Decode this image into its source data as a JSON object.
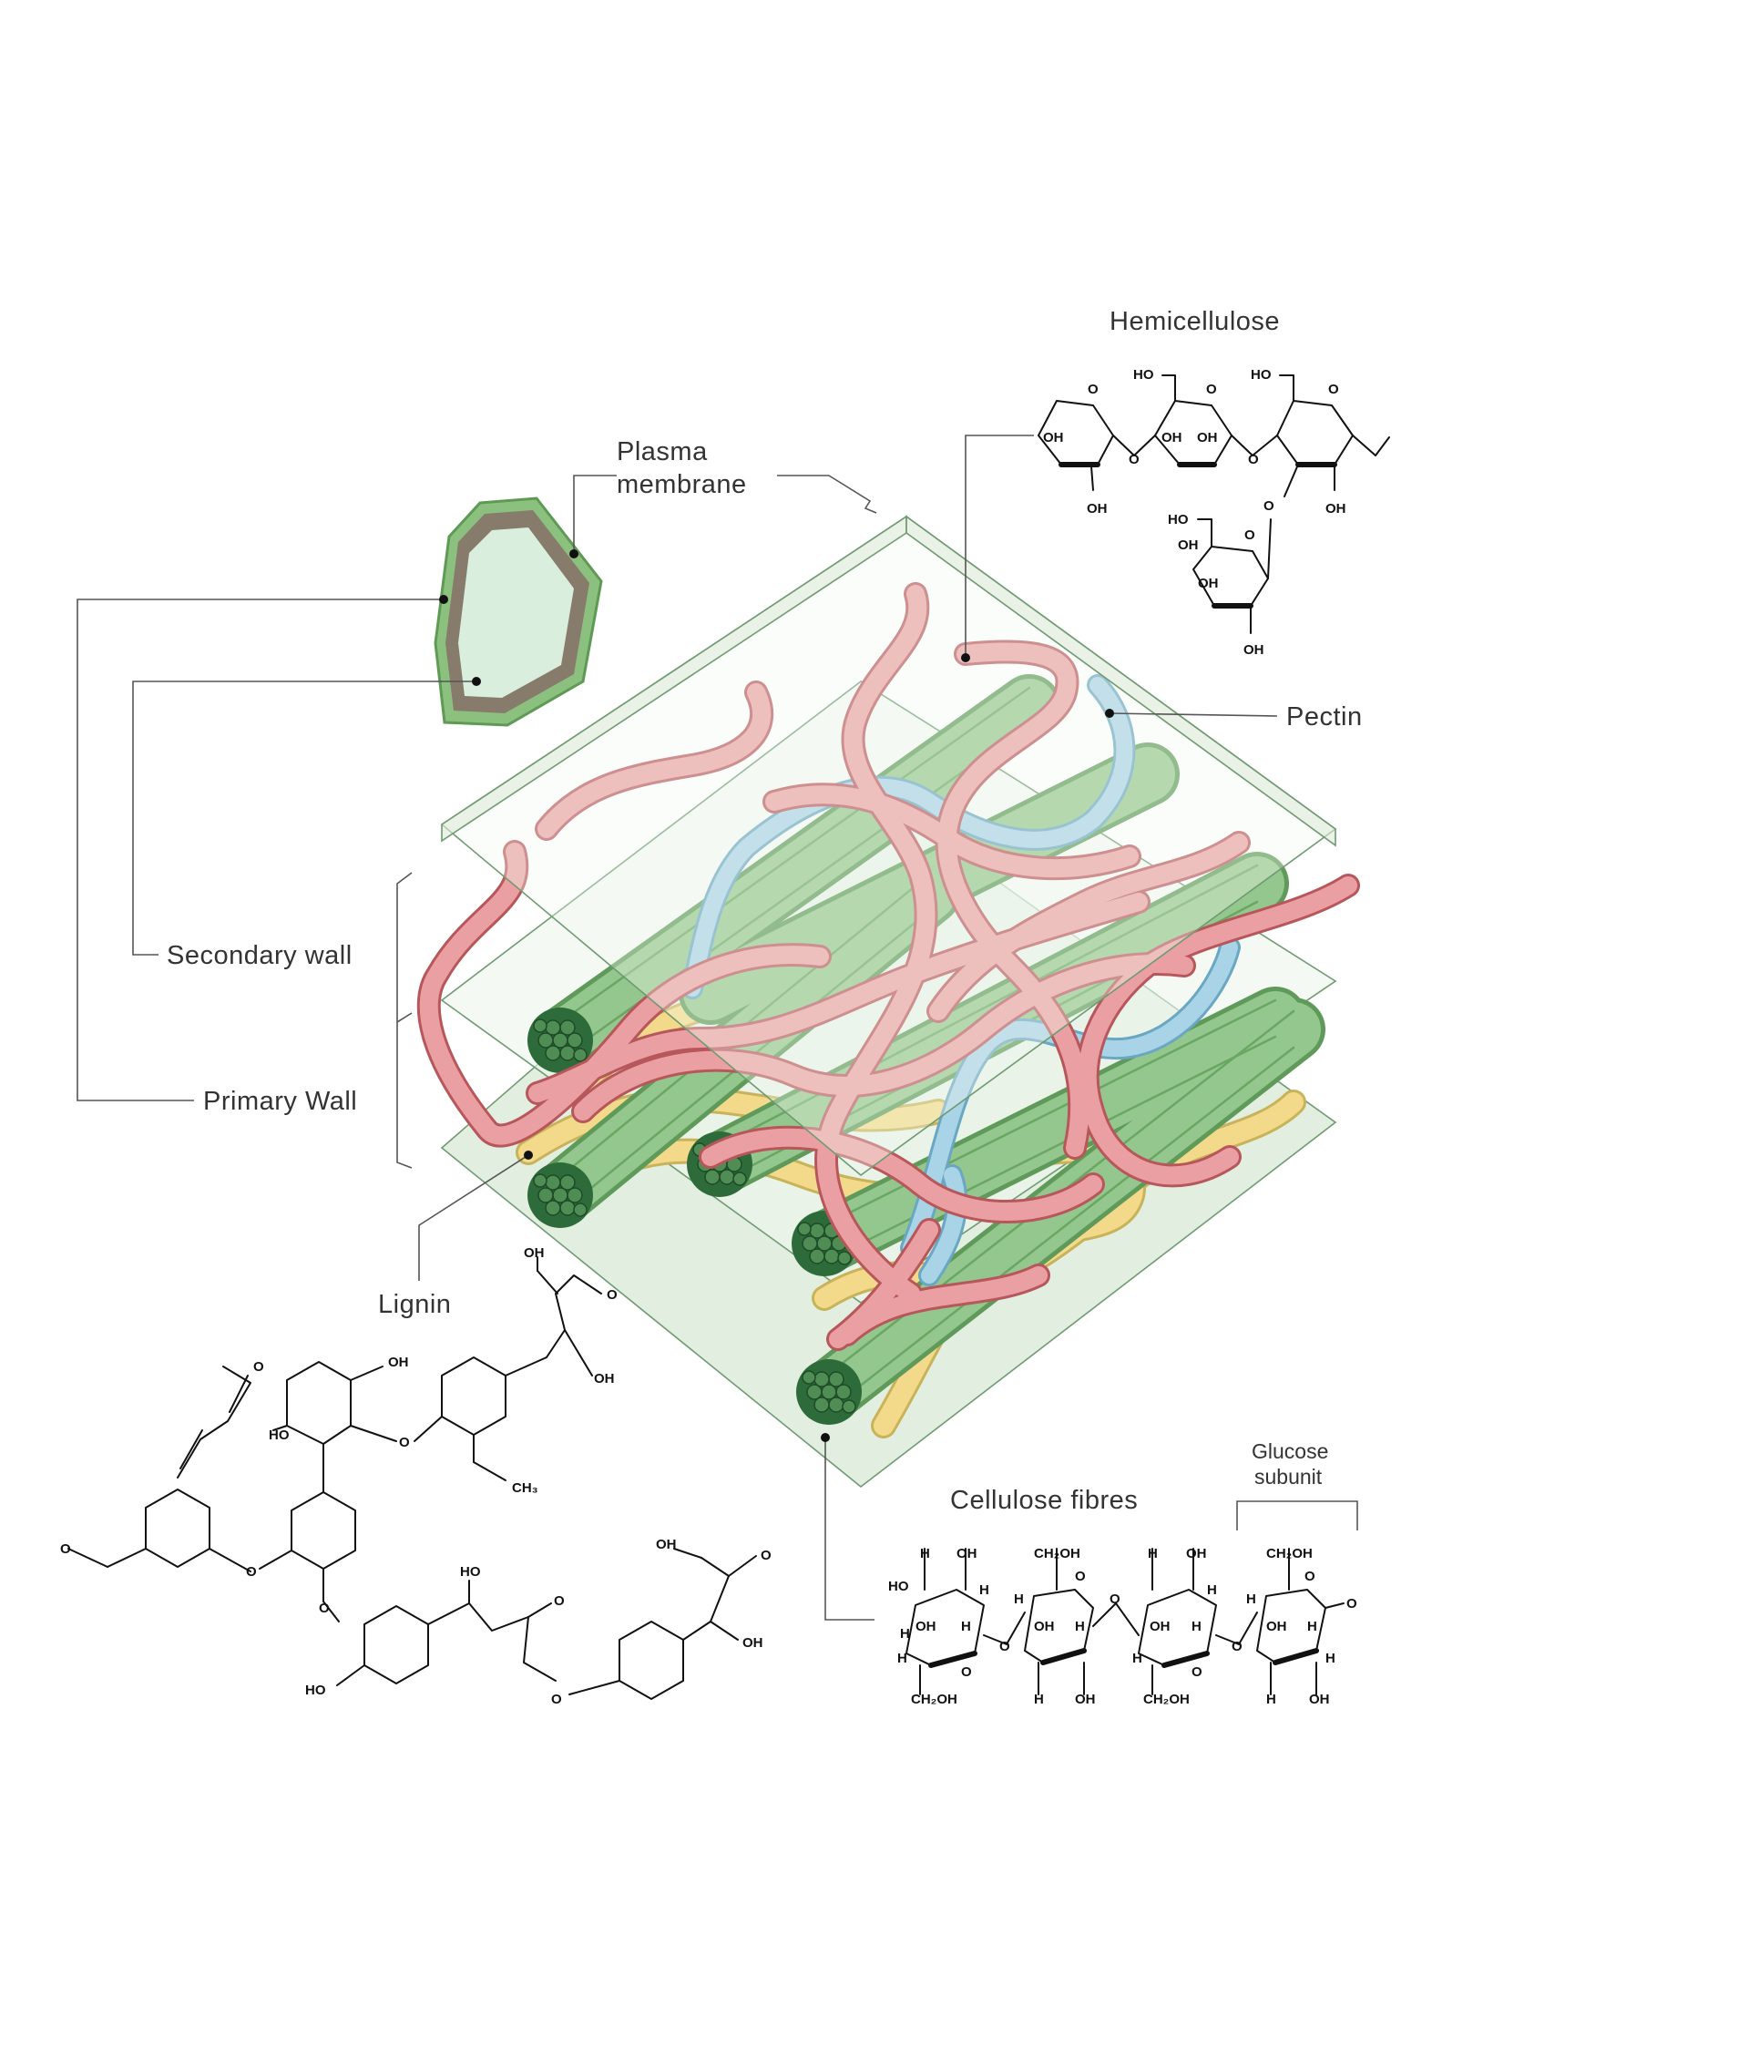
{
  "labels": {
    "hemicellulose": "Hemicellulose",
    "plasma_line1": "Plasma",
    "plasma_line2": "membrane",
    "pectin": "Pectin",
    "secondary_wall": "Secondary wall",
    "primary_wall": "Primary Wall",
    "lignin": "Lignin",
    "cellulose_fibres": "Cellulose fibres",
    "glucose_line1": "Glucose",
    "glucose_line2": "subunit"
  },
  "chem": {
    "oh": "OH",
    "ho": "HO",
    "h": "H",
    "o": "O",
    "ch2oh": "CH₂OH",
    "ch3": "CH₃"
  },
  "colors": {
    "cellulose": "#8fc48a",
    "cellulose_end": "#2e6b3a",
    "hemicellulose": "#e8989a",
    "pectin": "#a9d3e6",
    "lignin": "#f2da8a",
    "plane": "#e2efe0",
    "cell_wall_outer": "#8bc07e",
    "cell_wall_inner": "#877b6c",
    "cytoplasm": "#daeedd"
  },
  "icons": [
    "cell-cross-section-icon",
    "cell-wall-matrix-illustration",
    "hemicellulose-structure",
    "lignin-structure",
    "cellulose-chain-structure"
  ]
}
